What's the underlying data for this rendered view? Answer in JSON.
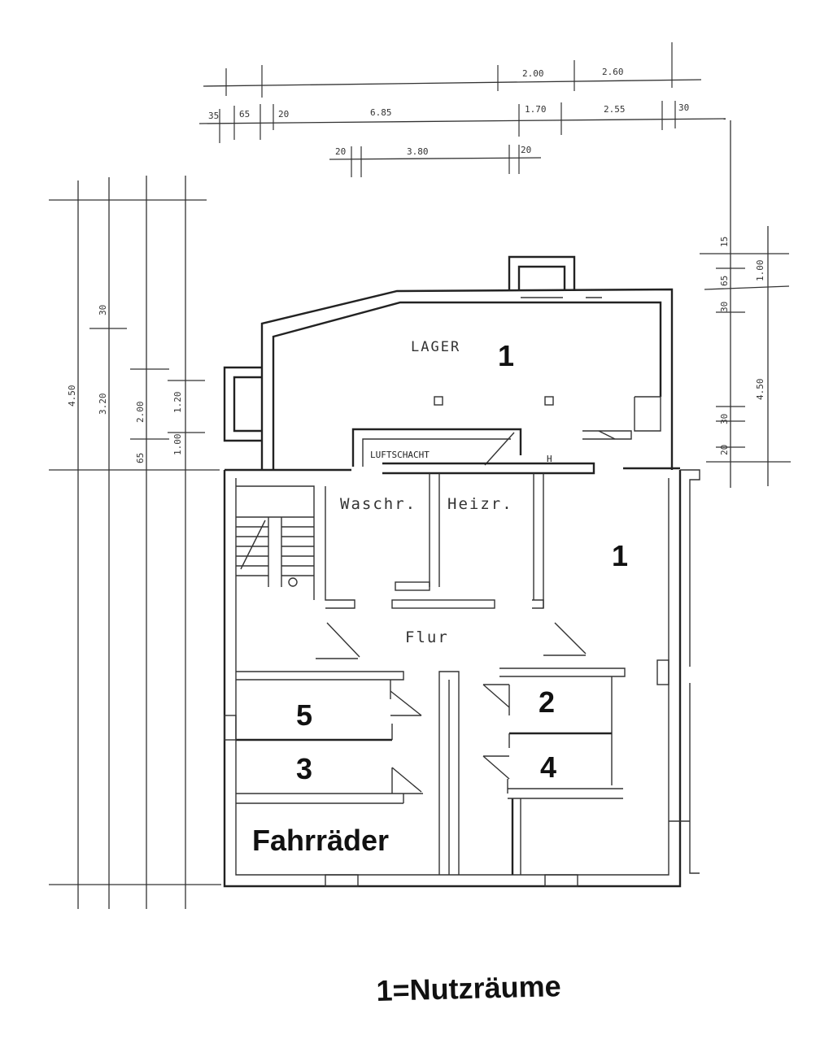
{
  "dimensions": {
    "top_row1": [
      "2.00",
      "2.60"
    ],
    "top_row2": [
      "35",
      "65",
      "20",
      "6.85",
      "1.70",
      "2.55",
      "30"
    ],
    "top_row3": [
      "20",
      "3.80",
      "20"
    ],
    "left": [
      "4.50",
      "3.20",
      "30",
      "2.00",
      "1.20",
      "1.00",
      "65"
    ],
    "right": [
      "15",
      "1.00",
      "65",
      "30",
      "4.50",
      "30",
      "20"
    ]
  },
  "rooms": {
    "lager": "LAGER",
    "luftschacht": "LUFTSCHACHT",
    "waschraum": "Waschr.",
    "heizraum": "Heizr.",
    "flur": "Flur",
    "fahrraeder": "Fahrräder"
  },
  "numbers": {
    "lager_nr": "1",
    "east_nr": "1",
    "room_2": "2",
    "room_3": "3",
    "room_4": "4",
    "room_5": "5"
  },
  "legend": "1=Nutzräume"
}
